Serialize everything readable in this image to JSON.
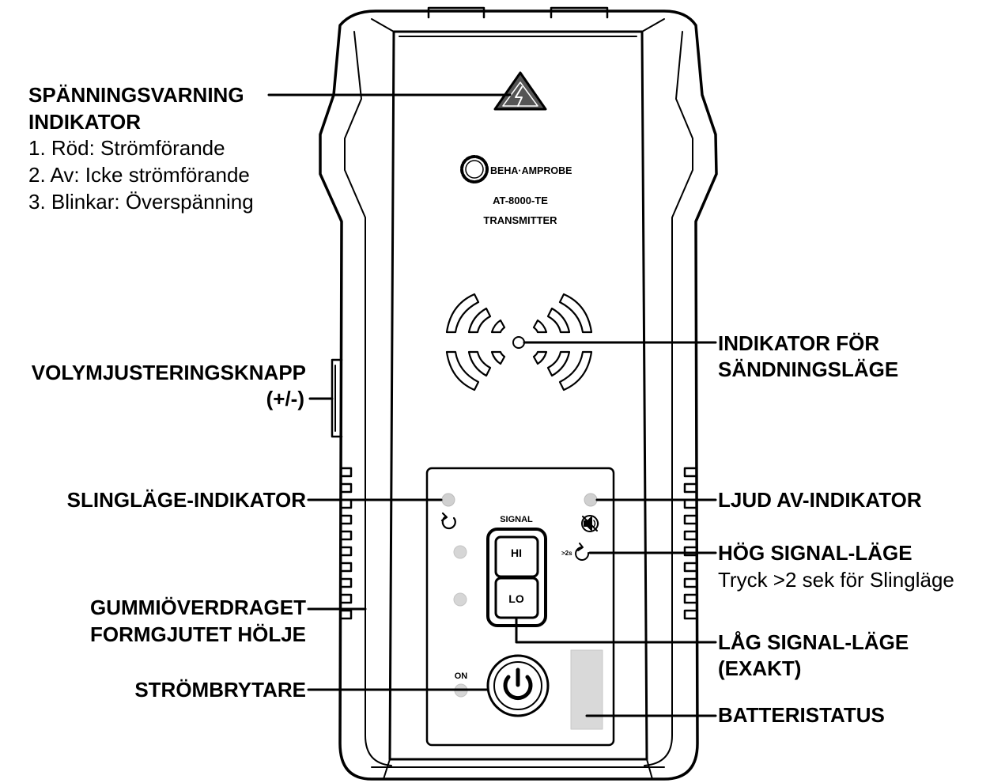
{
  "device": {
    "brand": "BEHA·AMPROBE",
    "model": "AT-8000-TE",
    "type": "TRANSMITTER",
    "signal_label": "SIGNAL",
    "hi_label": "HI",
    "lo_label": "LO",
    "hold_label": ">2s",
    "on_label": "ON"
  },
  "labels": {
    "voltage_warning_title_1": "SPÄNNINGSVARNING",
    "voltage_warning_title_2": "INDIKATOR",
    "voltage_warning_item_1": "1. Röd: Strömförande",
    "voltage_warning_item_2": "2. Av: Icke strömförande",
    "voltage_warning_item_3": "3. Blinkar: Överspänning",
    "volume_button_1": "VOLYMJUSTERINGSKNAPP",
    "volume_button_2": "(+/-)",
    "loop_indicator": "SLINGLÄGE-INDIKATOR",
    "housing_1": "GUMMIÖVERDRAGET",
    "housing_2": "FORMGJUTET HÖLJE",
    "power_switch": "STRÖMBRYTARE",
    "transmit_indicator_1": "INDIKATOR FÖR",
    "transmit_indicator_2": "SÄNDNINGSLÄGE",
    "mute_indicator": "LJUD AV-INDIKATOR",
    "high_signal_1": "HÖG SIGNAL-LÄGE",
    "high_signal_2": "Tryck >2 sek för Slingläge",
    "low_signal_1": "LÅG SIGNAL-LÄGE",
    "low_signal_2": "(EXAKT)",
    "battery_status": "BATTERISTATUS"
  },
  "icons": [
    "warning-triangle-icon",
    "loop-arrow-icon",
    "mute-speaker-icon",
    "power-icon",
    "signal-waves-icon",
    "beha-gear-logo"
  ]
}
